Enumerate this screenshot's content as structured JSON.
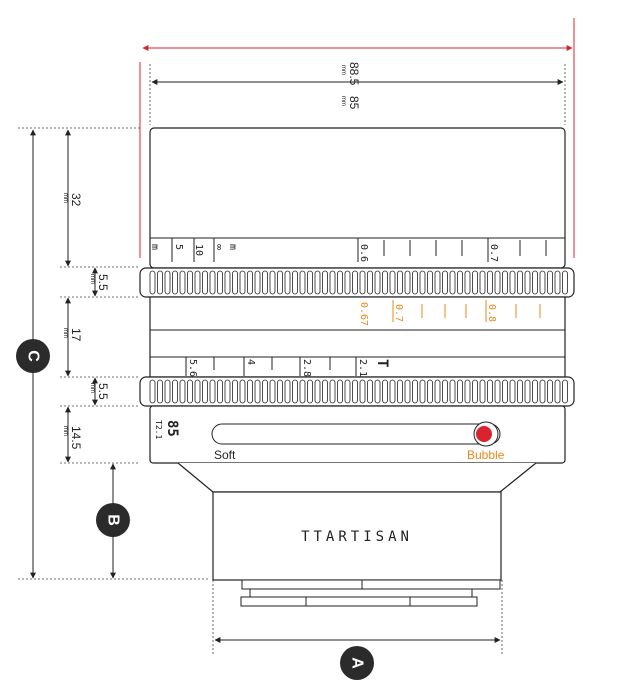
{
  "dimensions": {
    "overall_width": {
      "value": "88.5",
      "unit": "mm"
    },
    "body_width": {
      "value": "85",
      "unit": "mm"
    },
    "front_section": {
      "value": "32",
      "unit": "mm"
    },
    "focus_ring": {
      "value": "5.5",
      "unit": "mm"
    },
    "middle_section": {
      "value": "17",
      "unit": "mm"
    },
    "aperture_ring": {
      "value": "5.5",
      "unit": "mm"
    },
    "rear_section": {
      "value": "14.5",
      "unit": "mm"
    }
  },
  "callouts": {
    "a": "A",
    "b": "B",
    "c": "C"
  },
  "distance_scale": {
    "m_marks": [
      "m",
      "5",
      "10",
      "∞",
      "m"
    ],
    "right_marks": [
      "0.6",
      "0.7"
    ]
  },
  "orange_scale": [
    "0.67",
    "0.7",
    "0.8"
  ],
  "aperture_scale": [
    "5.6",
    "4",
    "2.8",
    "2.1",
    "T"
  ],
  "lens_label": {
    "focal": "85",
    "tstop": "T2.1"
  },
  "switch": {
    "left": "Soft",
    "right": "Bubble"
  },
  "brand": "TTARTISAN",
  "colors": {
    "accent": "#e8891c",
    "guide_red": "#d9232e",
    "dark": "#2b2b2b"
  }
}
